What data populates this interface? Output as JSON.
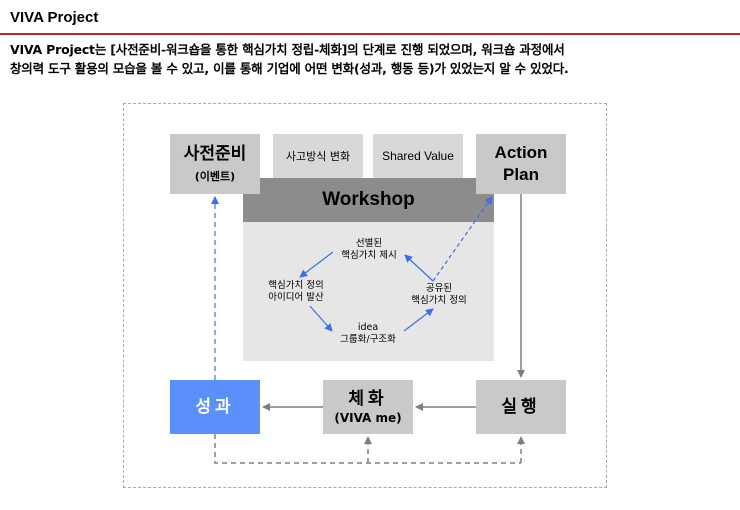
{
  "header": {
    "title": "VIVA Project",
    "description_line1": "VIVA Project는 [사전준비-워크숍을 통한 핵심가치 정립-체화]의 단계로 진행 되었으며, 워크숍 과정에서",
    "description_line2": "창의력 도구 활용의 모습을 볼 수 있고, 이를 통해 기업에 어떤 변화(성과, 행동 등)가 있었는지 알 수 있었다."
  },
  "diagram": {
    "prep": {
      "label": "사전준비",
      "sub": "(이벤트)"
    },
    "thinking": {
      "label": "사고방식 변화"
    },
    "shared_value": {
      "label": "Shared Value"
    },
    "action_plan": {
      "line1": "Action",
      "line2": "Plan"
    },
    "workshop": {
      "label": "Workshop"
    },
    "node_top": {
      "line1": "선별된",
      "line2": "핵심가치 제시"
    },
    "node_left": {
      "line1": "핵심가치 정의",
      "line2": "아이디어 발산"
    },
    "node_right": {
      "line1": "공유된",
      "line2": "핵심가치 정의"
    },
    "node_bottom": {
      "line1": "idea",
      "line2": "그룹화/구조화"
    },
    "result": {
      "label": "성과"
    },
    "embody": {
      "label": "체화",
      "sub": "(VIVA me)"
    },
    "execute": {
      "label": "실행"
    },
    "colors": {
      "accent_blue": "#5b8ff9",
      "box_gray": "#c9c9c9",
      "workshop_bar": "#8c8c8c",
      "arrow_gray": "#7f7f7f"
    }
  }
}
